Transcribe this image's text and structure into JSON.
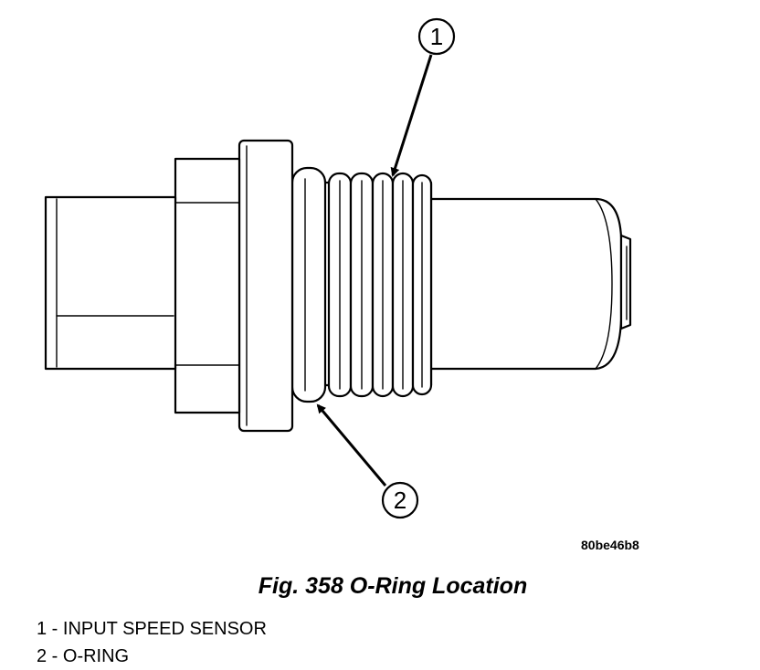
{
  "figure": {
    "caption": "Fig. 358 O-Ring Location",
    "image_code": "80be46b8",
    "callouts": [
      {
        "number": "1",
        "label": "INPUT SPEED SENSOR"
      },
      {
        "number": "2",
        "label": "O-RING"
      }
    ],
    "legend": [
      "1 - INPUT SPEED SENSOR",
      "2 - O-RING"
    ]
  }
}
